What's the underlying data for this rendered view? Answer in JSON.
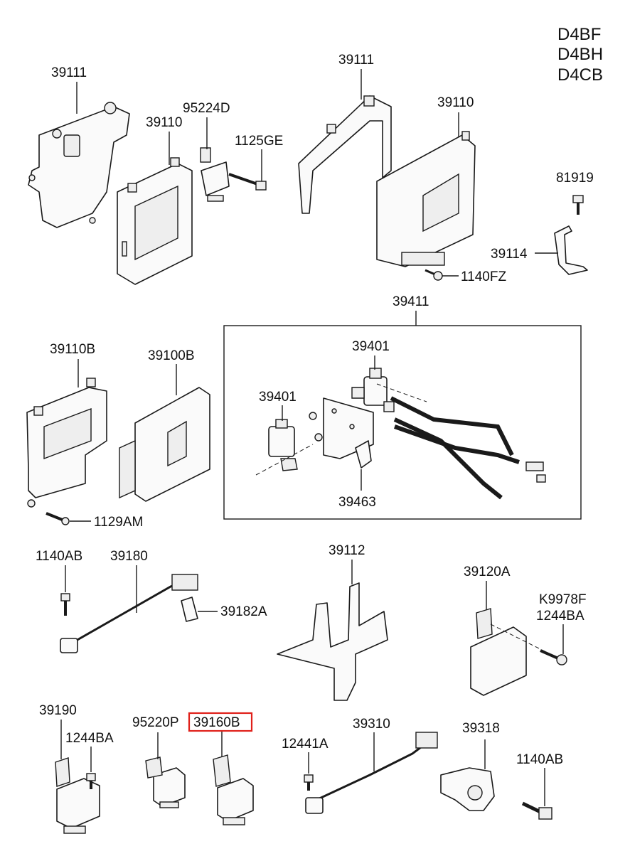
{
  "engine_codes": [
    "D4BF",
    "D4BH",
    "D4CB"
  ],
  "labels": {
    "p39111_left": "39111",
    "p39110_left": "39110",
    "p95224D": "95224D",
    "p1125GE": "1125GE",
    "p39111_right": "39111",
    "p39110_right": "39110",
    "p81919": "81919",
    "p39114": "39114",
    "p1140FZ": "1140FZ",
    "p39411": "39411",
    "p39110B": "39110B",
    "p39100B": "39100B",
    "p39401_top": "39401",
    "p39401_left": "39401",
    "p39463": "39463",
    "p1129AM": "1129AM",
    "p1140AB_top": "1140AB",
    "p39180": "39180",
    "p39182A": "39182A",
    "p39112": "39112",
    "p39120A": "39120A",
    "pK9978F": "K9978F",
    "p1244BA_right": "1244BA",
    "p39190": "39190",
    "p1244BA_left": "1244BA",
    "p95220P": "95220P",
    "p39160B": "39160B",
    "p12441A": "12441A",
    "p39310": "39310",
    "p39318": "39318",
    "p1140AB_bottom": "1140AB"
  },
  "highlight": {
    "part": "39160B",
    "color": "#e0201a"
  }
}
